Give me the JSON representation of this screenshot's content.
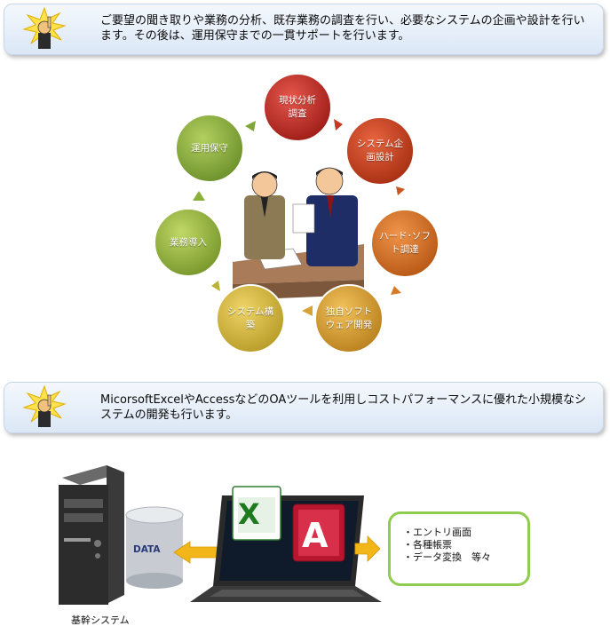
{
  "banner1": {
    "text": "ご要望の聞き取りや業務の分析、既存業務の調査を行い、必要なシステムの企画や設計を行います。その後は、運用保守までの一貫サポートを行います。"
  },
  "cycle": {
    "nodes": [
      {
        "id": "analysis",
        "label": "現状分析\n調査",
        "color": "#b8231d"
      },
      {
        "id": "planning",
        "label": "システム企\n画設計",
        "color": "#c13a18"
      },
      {
        "id": "procurement",
        "label": "ハード･ソフ\nト調達",
        "color": "#d26a1a"
      },
      {
        "id": "development",
        "label": "独自ソフト\nウェア開発",
        "color": "#d59a2a"
      },
      {
        "id": "construction",
        "label": "システム構\n築",
        "color": "#d6ba3a"
      },
      {
        "id": "deployment",
        "label": "業務導入",
        "color": "#93b53b"
      },
      {
        "id": "operation",
        "label": "運用保守",
        "color": "#7aa93b"
      }
    ]
  },
  "banner2": {
    "text": "MicorsoftExcelやAccessなどのOAツールを利用しコストパフォーマンスに優れた小規模なシステムの開発も行います。"
  },
  "system": {
    "db_label": "DATA",
    "core_label": "基幹システム",
    "outputs": [
      "・エントリ画面",
      "・各種帳票",
      "・データ変換　等々"
    ]
  },
  "icons": {
    "mascot": "pointing-mascot-icon",
    "excel": "excel-icon",
    "access": "access-icon",
    "server": "server-tower-icon",
    "database": "database-cylinder-icon",
    "laptop": "laptop-icon"
  }
}
